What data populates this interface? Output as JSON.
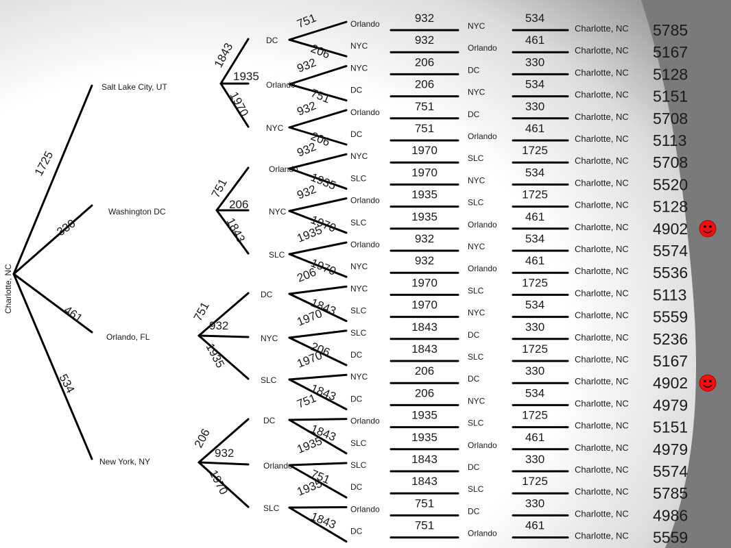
{
  "root": {
    "label": "Charlotte, NC"
  },
  "level1": [
    {
      "city": "Salt Lake City, UT",
      "dist": "1725"
    },
    {
      "city": "Washington DC",
      "dist": "330"
    },
    {
      "city": "Orlando, FL",
      "dist": "461"
    },
    {
      "city": "New York, NY",
      "dist": "534"
    }
  ],
  "level2": [
    {
      "city": "DC",
      "dist": "1843"
    },
    {
      "city": "Orlando",
      "dist": "1935"
    },
    {
      "city": "NYC",
      "dist": "1970"
    },
    {
      "city": "Orlando",
      "dist": "751"
    },
    {
      "city": "NYC",
      "dist": "206"
    },
    {
      "city": "SLC",
      "dist": "1843"
    },
    {
      "city": "DC",
      "dist": "751"
    },
    {
      "city": "NYC",
      "dist": "932"
    },
    {
      "city": "SLC",
      "dist": "1935"
    },
    {
      "city": "DC",
      "dist": "206"
    },
    {
      "city": "Orlando",
      "dist": "932"
    },
    {
      "city": "SLC",
      "dist": "1970"
    }
  ],
  "routes": [
    {
      "c3": "Orlando",
      "d3": "751",
      "c4": "NYC",
      "d4": "932",
      "d5": "534",
      "end": "Charlotte, NC",
      "total": "5785",
      "best": false
    },
    {
      "c3": "NYC",
      "d3": "206",
      "c4": "Orlando",
      "d4": "932",
      "d5": "461",
      "end": "Charlotte, NC",
      "total": "5167",
      "best": false
    },
    {
      "c3": "NYC",
      "d3": "932",
      "c4": "DC",
      "d4": "206",
      "d5": "330",
      "end": "Charlotte, NC",
      "total": "5128",
      "best": false
    },
    {
      "c3": "DC",
      "d3": "751",
      "c4": "NYC",
      "d4": "206",
      "d5": "534",
      "end": "Charlotte, NC",
      "total": "5151",
      "best": false
    },
    {
      "c3": "Orlando",
      "d3": "932",
      "c4": "DC",
      "d4": "751",
      "d5": "330",
      "end": "Charlotte, NC",
      "total": "5708",
      "best": false
    },
    {
      "c3": "DC",
      "d3": "206",
      "c4": "Orlando",
      "d4": "751",
      "d5": "461",
      "end": "Charlotte, NC",
      "total": "5113",
      "best": false
    },
    {
      "c3": "NYC",
      "d3": "932",
      "c4": "SLC",
      "d4": "1970",
      "d5": "1725",
      "end": "Charlotte, NC",
      "total": "5708",
      "best": false
    },
    {
      "c3": "SLC",
      "d3": "1935",
      "c4": "NYC",
      "d4": "1970",
      "d5": "534",
      "end": "Charlotte, NC",
      "total": "5520",
      "best": false
    },
    {
      "c3": "Orlando",
      "d3": "932",
      "c4": "SLC",
      "d4": "1935",
      "d5": "1725",
      "end": "Charlotte, NC",
      "total": "5128",
      "best": false
    },
    {
      "c3": "SLC",
      "d3": "1970",
      "c4": "Orlando",
      "d4": "1935",
      "d5": "461",
      "end": "Charlotte, NC",
      "total": "4902",
      "best": true
    },
    {
      "c3": "Orlando",
      "d3": "1935",
      "c4": "NYC",
      "d4": "932",
      "d5": "534",
      "end": "Charlotte, NC",
      "total": "5574",
      "best": false
    },
    {
      "c3": "NYC",
      "d3": "1970",
      "c4": "Orlando",
      "d4": "932",
      "d5": "461",
      "end": "Charlotte, NC",
      "total": "5536",
      "best": false
    },
    {
      "c3": "NYC",
      "d3": "206",
      "c4": "SLC",
      "d4": "1970",
      "d5": "1725",
      "end": "Charlotte, NC",
      "total": "5113",
      "best": false
    },
    {
      "c3": "SLC",
      "d3": "1843",
      "c4": "NYC",
      "d4": "1970",
      "d5": "534",
      "end": "Charlotte, NC",
      "total": "5559",
      "best": false
    },
    {
      "c3": "SLC",
      "d3": "1970",
      "c4": "DC",
      "d4": "1843",
      "d5": "330",
      "end": "Charlotte, NC",
      "total": "5236",
      "best": false
    },
    {
      "c3": "DC",
      "d3": "206",
      "c4": "SLC",
      "d4": "1843",
      "d5": "1725",
      "end": "Charlotte, NC",
      "total": "5167",
      "best": false
    },
    {
      "c3": "NYC",
      "d3": "1970",
      "c4": "DC",
      "d4": "206",
      "d5": "330",
      "end": "Charlotte, NC",
      "total": "4902",
      "best": true
    },
    {
      "c3": "DC",
      "d3": "1843",
      "c4": "NYC",
      "d4": "206",
      "d5": "534",
      "end": "Charlotte, NC",
      "total": "4979",
      "best": false
    },
    {
      "c3": "Orlando",
      "d3": "751",
      "c4": "SLC",
      "d4": "1935",
      "d5": "1725",
      "end": "Charlotte, NC",
      "total": "5151",
      "best": false
    },
    {
      "c3": "SLC",
      "d3": "1843",
      "c4": "Orlando",
      "d4": "1935",
      "d5": "461",
      "end": "Charlotte, NC",
      "total": "4979",
      "best": false
    },
    {
      "c3": "SLC",
      "d3": "1935",
      "c4": "DC",
      "d4": "1843",
      "d5": "330",
      "end": "Charlotte, NC",
      "total": "5574",
      "best": false
    },
    {
      "c3": "DC",
      "d3": "751",
      "c4": "SLC",
      "d4": "1843",
      "d5": "1725",
      "end": "Charlotte, NC",
      "total": "5785",
      "best": false
    },
    {
      "c3": "Orlando",
      "d3": "1935",
      "c4": "DC",
      "d4": "751",
      "d5": "330",
      "end": "Charlotte, NC",
      "total": "4986",
      "best": false
    },
    {
      "c3": "DC",
      "d3": "1843",
      "c4": "Orlando",
      "d4": "751",
      "d5": "461",
      "end": "Charlotte, NC",
      "total": "5559",
      "best": false
    }
  ],
  "colors": {
    "line": "#000000",
    "text": "#1a1a1a",
    "smiley": "#ee1111",
    "panel_dark": "#7a7a7a",
    "panel_light": "#d0d0d0"
  },
  "icons": {
    "best_marker": "smiley-face-icon"
  }
}
